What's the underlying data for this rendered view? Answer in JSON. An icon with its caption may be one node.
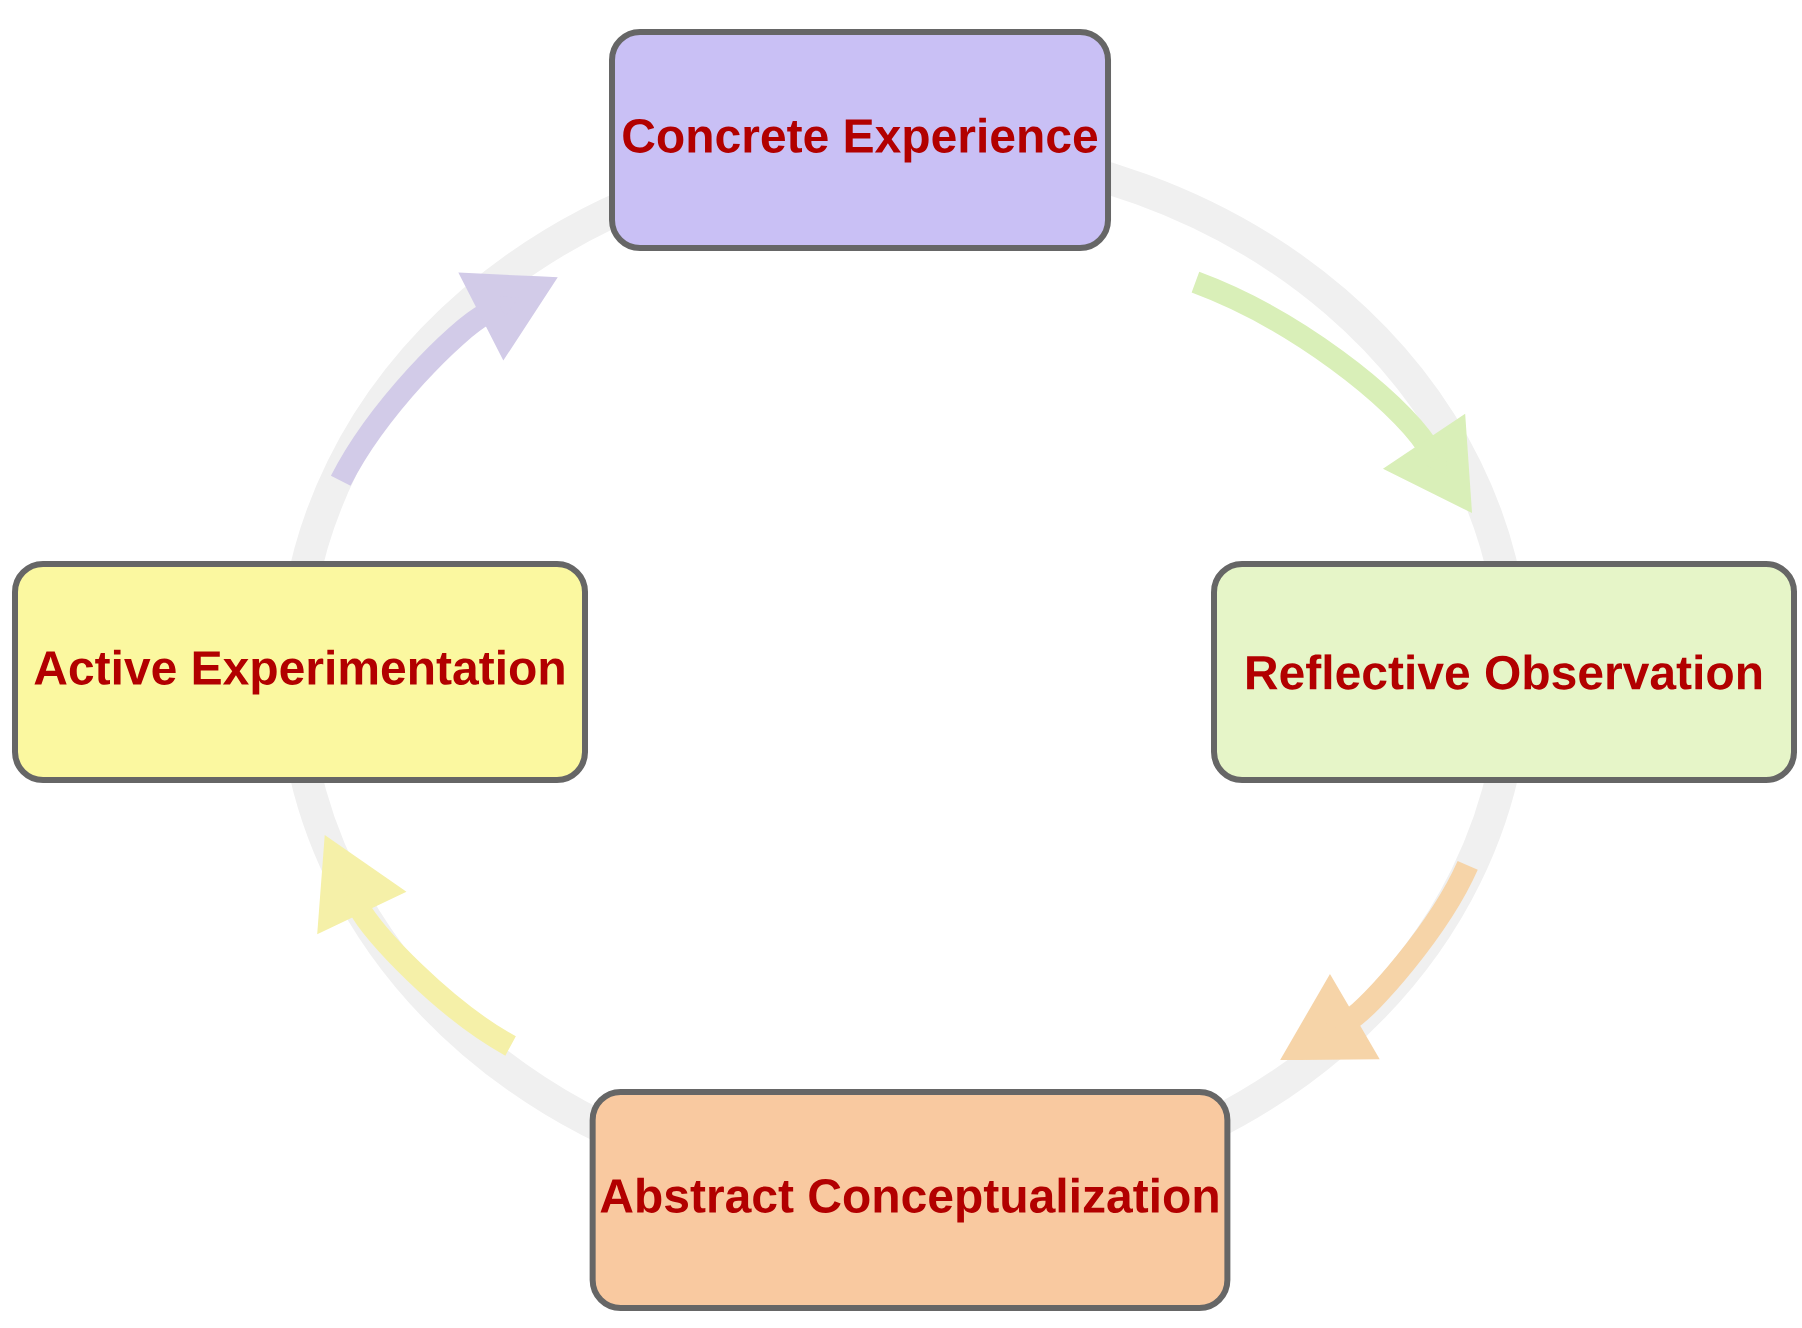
{
  "diagram": {
    "nodes": [
      {
        "text": [
          "Concrete Experience"
        ]
      },
      {
        "text": [
          "Reflective Observation"
        ]
      },
      {
        "text": [
          "Abstract Conceptualization"
        ]
      },
      {
        "text": [
          "Active Experimentation"
        ]
      }
    ],
    "edges": [
      {
        "from": 0,
        "to": 1,
        "arrow": "to",
        "color": "#d9efb8"
      },
      {
        "from": 1,
        "to": 2,
        "arrow": "to",
        "color": "#f6d4a8"
      },
      {
        "from": 2,
        "to": 3,
        "arrow": "to",
        "color": "#f5f0a8"
      },
      {
        "from": 3,
        "to": 0,
        "arrow": "to",
        "color": "#d2cbe8"
      }
    ]
  }
}
